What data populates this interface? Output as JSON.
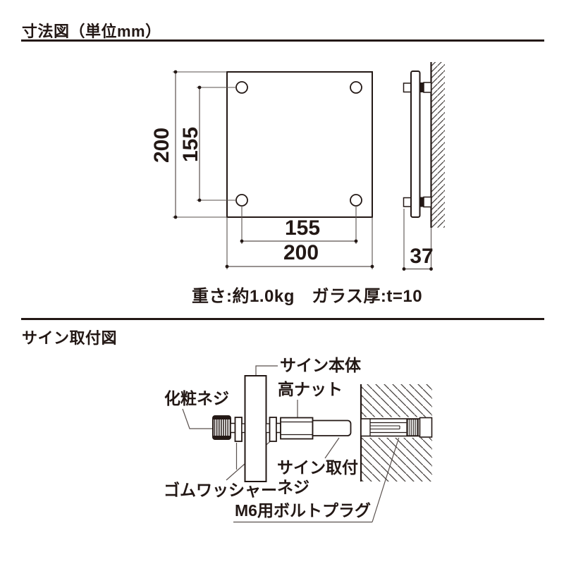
{
  "page": {
    "background": "#ffffff",
    "ink_color": "#231815",
    "thin_line_color": "#5a514e"
  },
  "section_dimensions": {
    "title": "寸法図（単位mm）",
    "front_view": {
      "dim_overall_height": "200",
      "dim_hole_pitch_vertical": "155",
      "dim_hole_pitch_horizontal": "155",
      "dim_overall_width": "200"
    },
    "side_view": {
      "dim_depth": "37"
    },
    "spec_note": "重さ:約1.0kg　ガラス厚:t=10"
  },
  "section_mounting": {
    "title": "サイン取付図",
    "labels": {
      "sign_body": "サイン本体",
      "high_nut": "高ナット",
      "decorative_screw": "化粧ネジ",
      "rubber_washer": "ゴムワッシャー",
      "sign_mount_screw_line1": "サイン取付",
      "sign_mount_screw_line2": "ネジ",
      "bolt_plug": "M6用ボルトプラグ"
    }
  }
}
